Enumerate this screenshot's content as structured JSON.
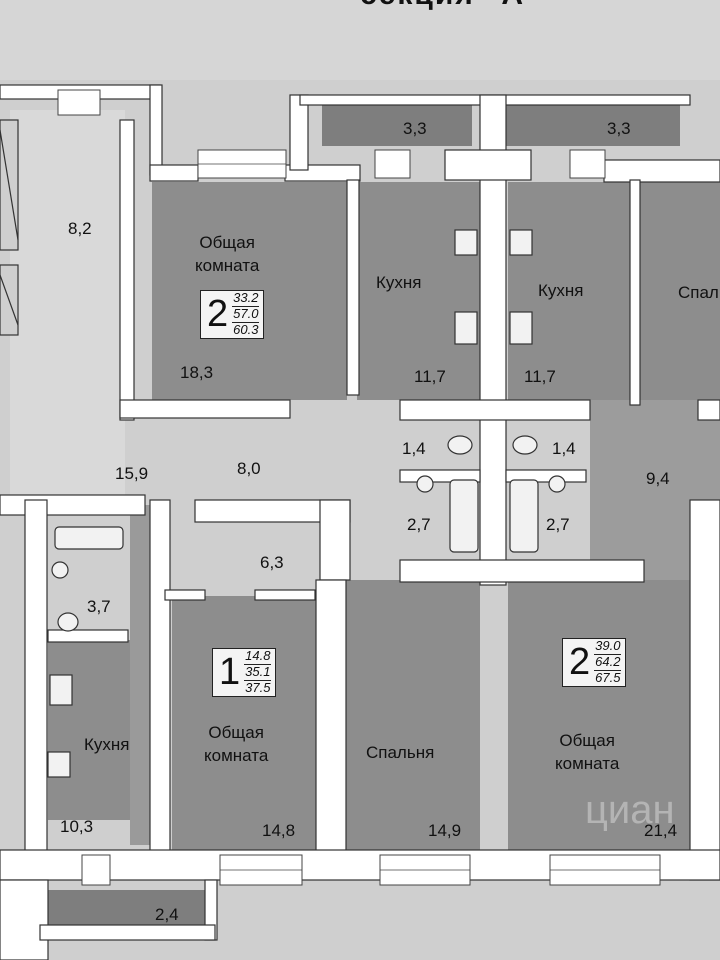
{
  "section_title": "секция \"А\"",
  "area_labels": [
    "8,2",
    "3,3",
    "3,3",
    "18,3",
    "11,7",
    "11,7",
    "15,9",
    "8,0",
    "1,4",
    "1,4",
    "9,4",
    "2,7",
    "2,7",
    "6,3",
    "3,7",
    "10,3",
    "14,8",
    "14,9",
    "21,4",
    "2,4"
  ],
  "room_names": {
    "obshchaya_komnata": [
      "Общая",
      "комната"
    ],
    "kukhnya": "Кухня",
    "spalnya": "Спальня",
    "spalnya_cut": "Спальн"
  },
  "apartments": [
    {
      "rooms": "2",
      "living": "33.2",
      "total": "57.0",
      "total_with_balcony": "60.3"
    },
    {
      "rooms": "1",
      "living": "14.8",
      "total": "35.1",
      "total_with_balcony": "37.5"
    },
    {
      "rooms": "2",
      "living": "39.0",
      "total": "64.2",
      "total_with_balcony": "67.5"
    }
  ],
  "watermark": "циан",
  "colors": {
    "wall": "#ffffff",
    "room_fill": "#8a8a8a",
    "corridor": "#c9c9c9",
    "balcony": "#7e7e7e",
    "background": "#d6d6d6"
  }
}
